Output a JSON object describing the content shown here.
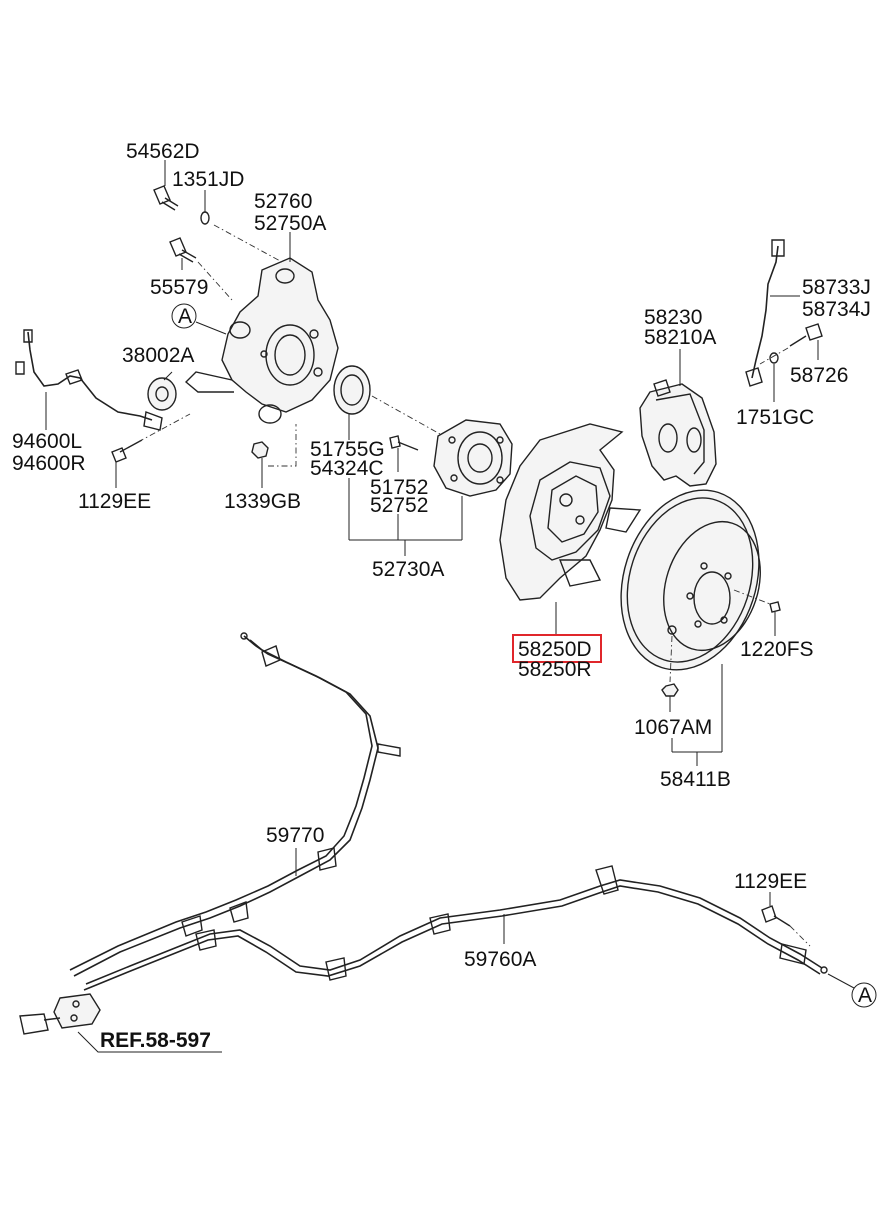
{
  "labels": {
    "l54562D": "54562D",
    "l1351JD": "1351JD",
    "l52760": "52760",
    "l52750A": "52750A",
    "l55579": "55579",
    "lA1": "A",
    "l38002A": "38002A",
    "l94600L": "94600L",
    "l94600R": "94600R",
    "l1129EE_a": "1129EE",
    "l1339GB": "1339GB",
    "l51755G": "51755G",
    "l54324C": "54324C",
    "l51752": "51752",
    "l52752": "52752",
    "l52730A": "52730A",
    "l58230": "58230",
    "l58210A": "58210A",
    "l58733J": "58733J",
    "l58734J": "58734J",
    "l58726": "58726",
    "l1751GC": "1751GC",
    "l58250D": "58250D",
    "l58250R": "58250R",
    "l1220FS": "1220FS",
    "l1067AM": "1067AM",
    "l58411B": "58411B",
    "l59770": "59770",
    "l59760A": "59760A",
    "l1129EE_b": "1129EE",
    "lA2": "A",
    "lREF": "REF.58-597"
  },
  "highlight": {
    "part": "58250D",
    "color": "#e0262b"
  }
}
